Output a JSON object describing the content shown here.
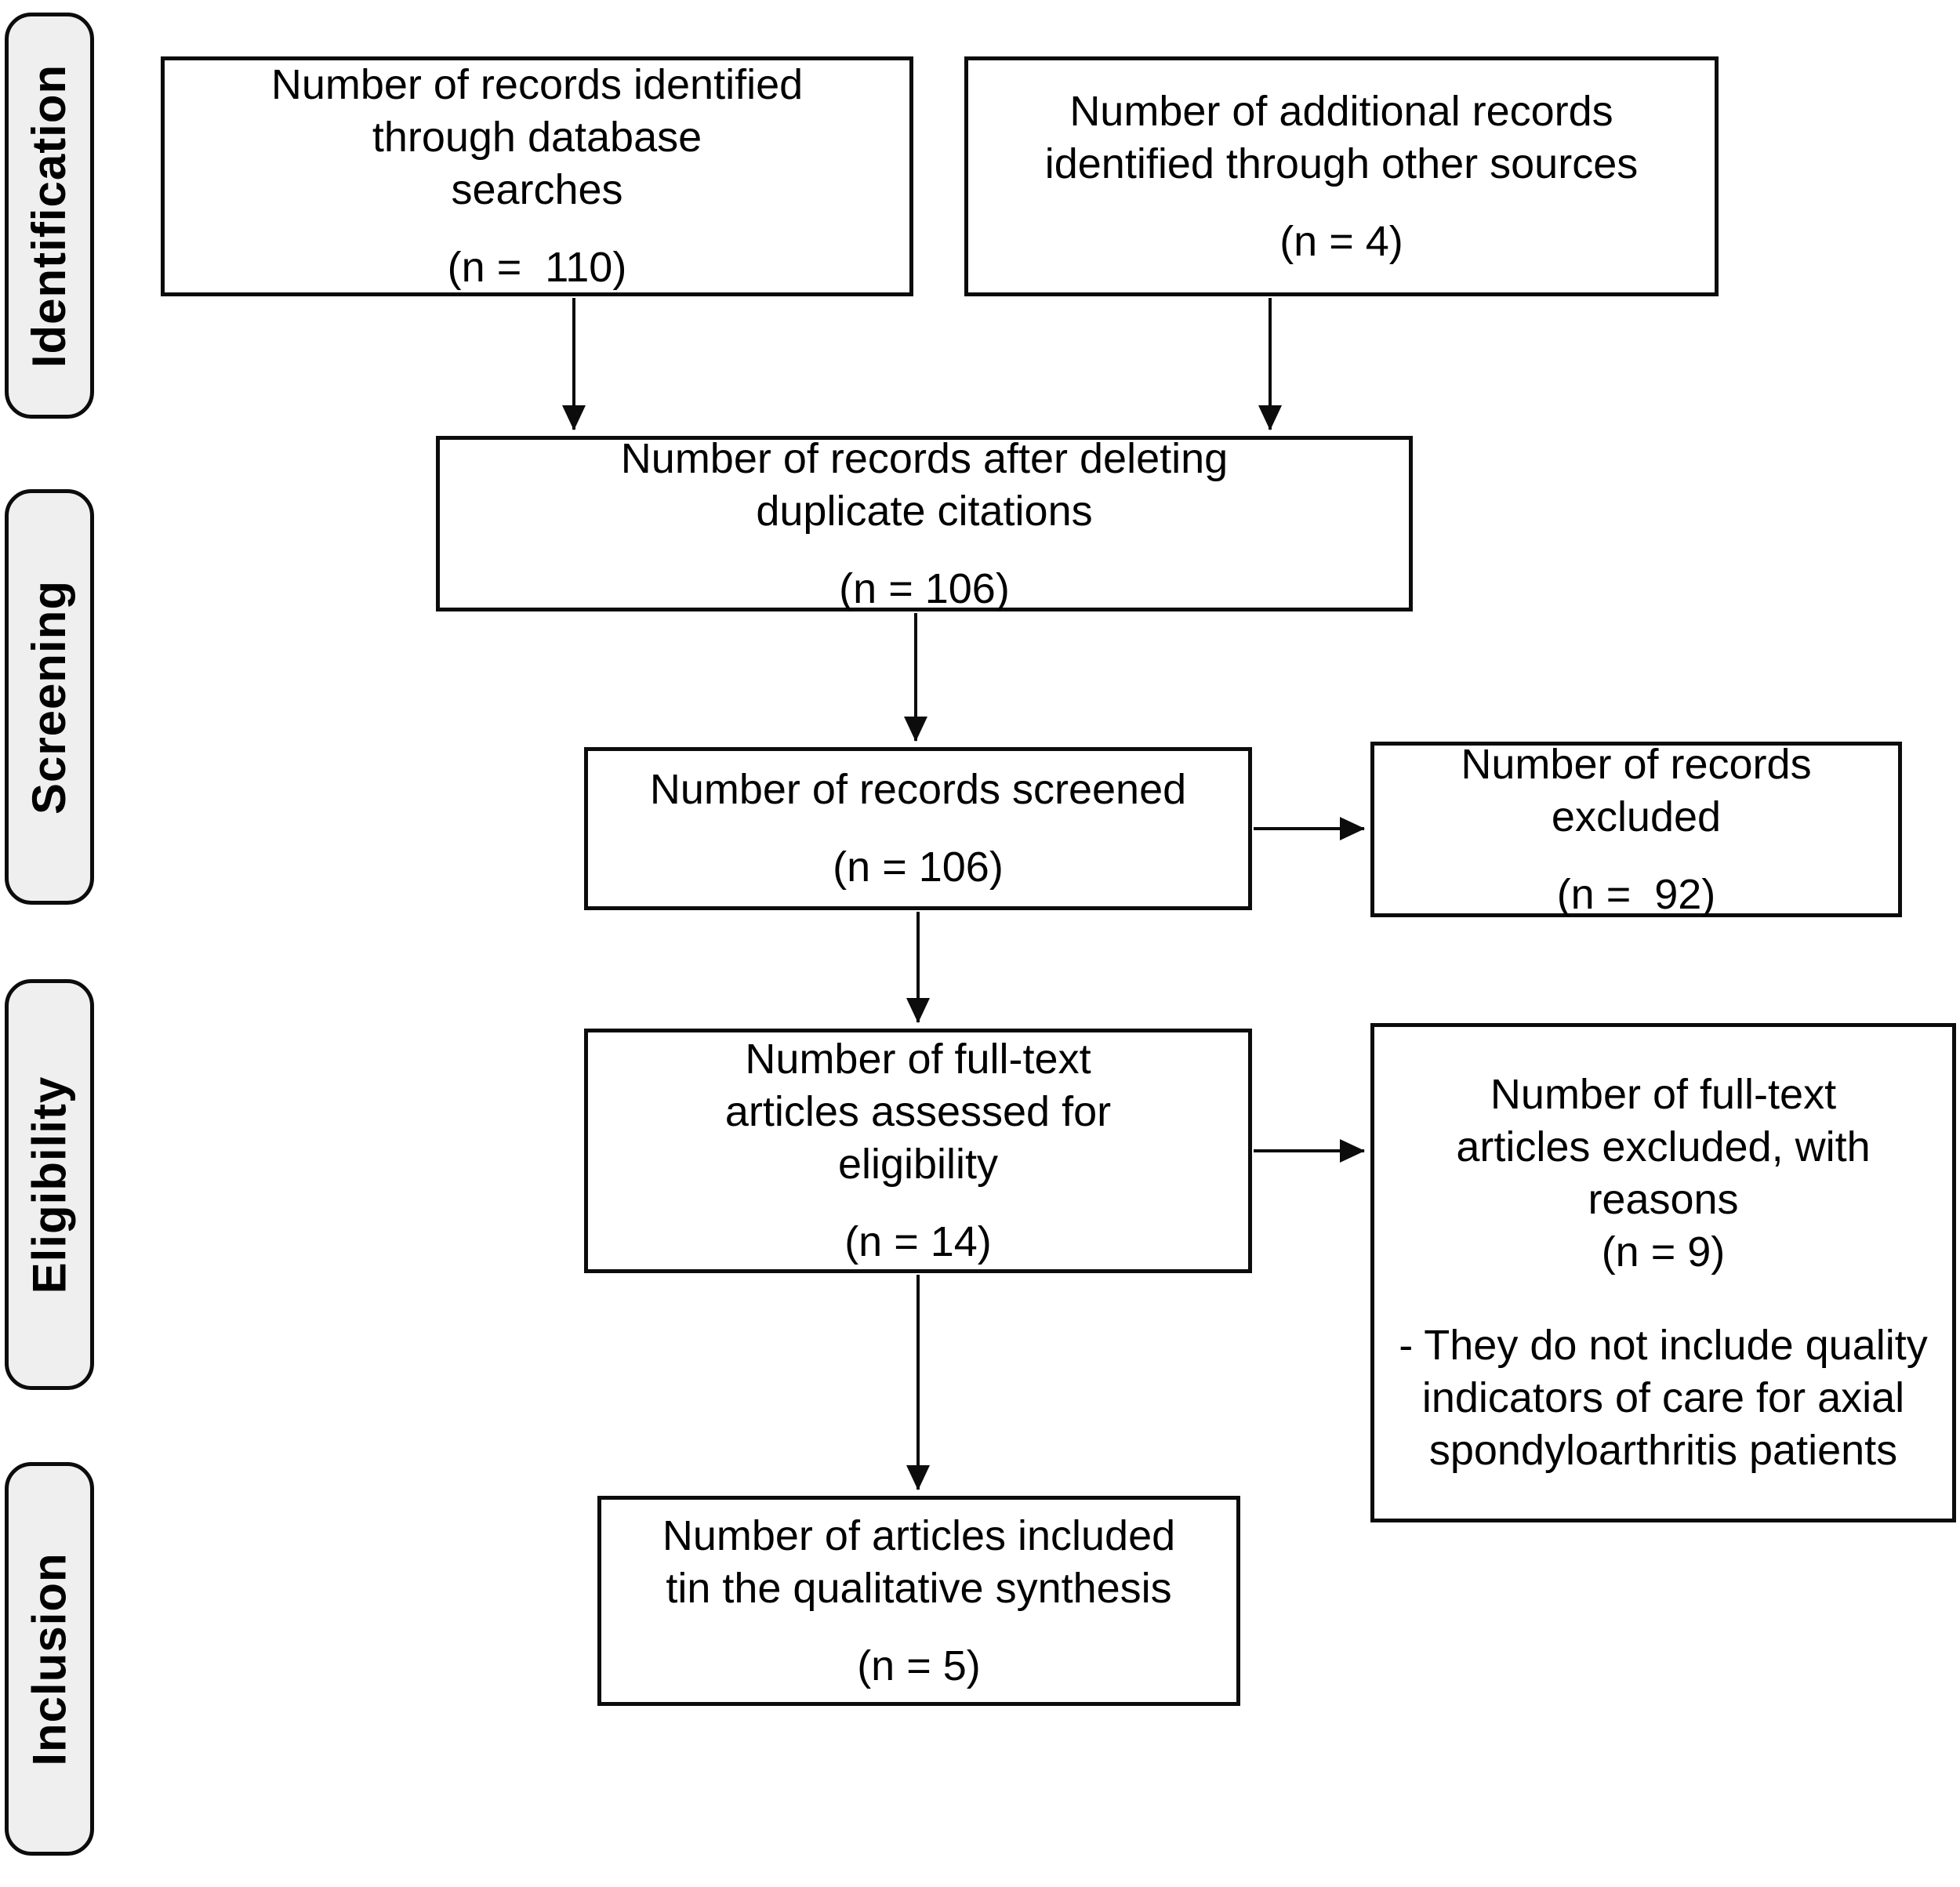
{
  "diagram": {
    "type": "prisma-flow-diagram",
    "background": "#ffffff",
    "box_border_color": "#0c0c0c",
    "stage_fill_color": "#efefef",
    "text_color": "#000000"
  },
  "stages": [
    {
      "label": "Identification"
    },
    {
      "label": "Screening"
    },
    {
      "label": "Eligibility"
    },
    {
      "label": "Inclusion"
    }
  ],
  "boxes": {
    "identified": {
      "lines": [
        "Number of records identified",
        "through database",
        "searches"
      ],
      "n": "(n =  110)"
    },
    "additional": {
      "lines": [
        "Number of additional records",
        "identified through other sources"
      ],
      "n": "(n = 4)"
    },
    "deduplicated": {
      "lines": [
        "Number of records after deleting",
        "duplicate citations"
      ],
      "n": "(n = 106)"
    },
    "screened": {
      "lines": [
        "Number of records screened"
      ],
      "n": "(n = 106)"
    },
    "excluded": {
      "lines": [
        "Number of records",
        "excluded"
      ],
      "n": "(n =  92)"
    },
    "fulltext": {
      "lines": [
        "Number of full-text",
        "articles assessed for",
        "eligibility"
      ],
      "n": "(n = 14)"
    },
    "fulltext_excluded": {
      "lines": [
        "Number of full-text",
        "articles excluded, with",
        "reasons"
      ],
      "n": "(n = 9)",
      "reason_lines": [
        "- They do not include quality",
        "indicators of care for axial",
        "spondyloarthritis patients"
      ]
    },
    "included": {
      "lines": [
        "Number of articles included",
        "tin the qualitative synthesis"
      ],
      "n": "(n = 5)"
    }
  }
}
